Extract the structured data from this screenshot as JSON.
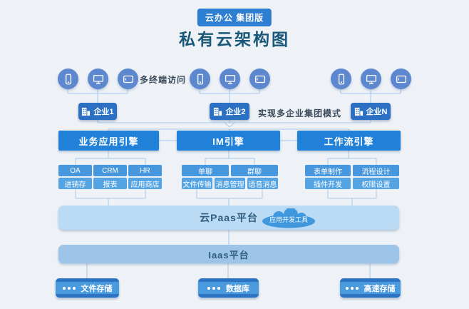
{
  "header": {
    "badge": "云办公 集团版",
    "title": "私有云架构图"
  },
  "labels": {
    "multi_terminal": "多终端访问",
    "multi_enterprise": "实现多企业集团模式"
  },
  "devices": [
    "smartphone",
    "monitor",
    "tablet"
  ],
  "enterprises": [
    {
      "label": "企业1"
    },
    {
      "label": "企业2"
    },
    {
      "label": "企业N"
    }
  ],
  "engines": [
    {
      "label": "业务应用引擎",
      "row1": [
        "OA",
        "CRM",
        "HR"
      ],
      "row2": [
        "进销存",
        "报表",
        "应用商店"
      ]
    },
    {
      "label": "IM引擎",
      "row1": [
        "单聊",
        "群聊"
      ],
      "row2": [
        "文件传输",
        "消息管理",
        "语音消息"
      ]
    },
    {
      "label": "工作流引擎",
      "row1": [
        "表单制作",
        "流程设计"
      ],
      "row2": [
        "插件开发",
        "权限设置"
      ]
    }
  ],
  "platform": {
    "paas_label": "云Paas平台",
    "paas_tool": "应用开发工具",
    "iaas_label": "Iaas平台"
  },
  "storage": [
    {
      "label": "文件存储"
    },
    {
      "label": "数据库"
    },
    {
      "label": "高速存储"
    }
  ],
  "colors": {
    "background": "#eef2f7",
    "badge": "#2e7ed2",
    "engine": "#2181d8",
    "enterprise": "#2b70c2",
    "device_circle": "#5d87cf",
    "sub_box": "#4a9de0",
    "paas_band": "#bbdaf4",
    "iaas_band": "#9dc5ea",
    "cloud": "#3f97dd",
    "connector": "#a8c8e8",
    "title_text": "#1a5878"
  }
}
